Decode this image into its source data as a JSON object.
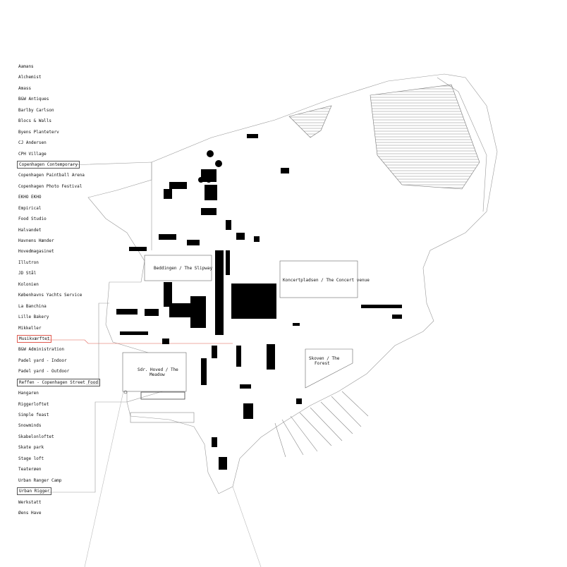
{
  "tenants": [
    {
      "label": "Aamans"
    },
    {
      "label": "Alchemist"
    },
    {
      "label": "Amass"
    },
    {
      "label": "B&W Antiques"
    },
    {
      "label": "Barlby Carlson"
    },
    {
      "label": "Blocs & Walls"
    },
    {
      "label": "Byens Planteterv"
    },
    {
      "label": "CJ Andersen"
    },
    {
      "label": "CPH Village"
    },
    {
      "label": "Copenhagen Contemporary"
    },
    {
      "label": "Copenhagen Paintball Arena"
    },
    {
      "label": "Copenhagen Photo Festival"
    },
    {
      "label": "EKHO EKHO"
    },
    {
      "label": "Empirical"
    },
    {
      "label": "Food Studio"
    },
    {
      "label": "Halvandet"
    },
    {
      "label": "Havnens Hænder"
    },
    {
      "label": "Hovedmagasinet"
    },
    {
      "label": "Illutron"
    },
    {
      "label": "JD Stål"
    },
    {
      "label": "Kolonien"
    },
    {
      "label": "Københavns Yachts Service"
    },
    {
      "label": "La Banchina"
    },
    {
      "label": "Lille Bakery"
    },
    {
      "label": "Mikkeller"
    },
    {
      "label": "Musikværftet"
    },
    {
      "label": "B&W Administration"
    },
    {
      "label": "Padel yard - Indoor"
    },
    {
      "label": "Padel yard - Outdoor"
    },
    {
      "label": "Reffen - Copenhagen Street Food"
    },
    {
      "label": "Hangaren"
    },
    {
      "label": "Riggerloftet"
    },
    {
      "label": "Simple feast"
    },
    {
      "label": "Snowminds"
    },
    {
      "label": "Skabelonloftet"
    },
    {
      "label": "Skate park"
    },
    {
      "label": "Stage loft"
    },
    {
      "label": "Teaterøen"
    },
    {
      "label": "Urban Ranger Camp"
    },
    {
      "label": "Urban Rigger"
    },
    {
      "label": "Werkstatt"
    },
    {
      "label": "Øens Have"
    }
  ],
  "areas": {
    "slipway": "Beddingen / The Slipway",
    "concert": "Koncertpladsen / The Concert venue",
    "meadow_line1": "Sdr. Hoved / The",
    "meadow_line2": "Meadow",
    "forest_line1": "Skoven / The",
    "forest_line2": "Forest"
  },
  "colors": {
    "highlight": "#e05a4f",
    "building": "#000000",
    "outline": "#999999"
  }
}
